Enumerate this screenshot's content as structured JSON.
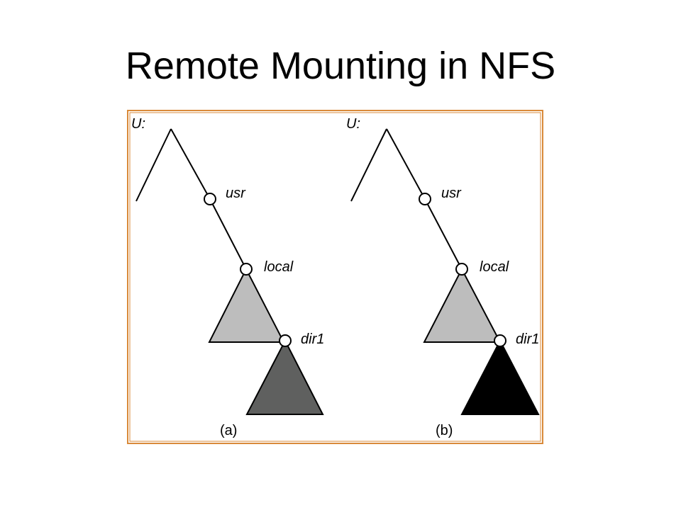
{
  "title": "Remote Mounting in NFS",
  "colors": {
    "frame_border": "#d98a3a",
    "frame_fill": "#ffffff",
    "local_subtree": "#bdbdbd",
    "mounted_subtree_a": "#5f605f",
    "mounted_subtree_b": "#000000",
    "line": "#000000"
  },
  "panels": [
    {
      "id": "a",
      "root_label": "U:",
      "nodes": [
        "usr",
        "local",
        "dir1"
      ],
      "caption": "(a)"
    },
    {
      "id": "b",
      "root_label": "U:",
      "nodes": [
        "usr",
        "local",
        "dir1"
      ],
      "caption": "(b)"
    }
  ]
}
